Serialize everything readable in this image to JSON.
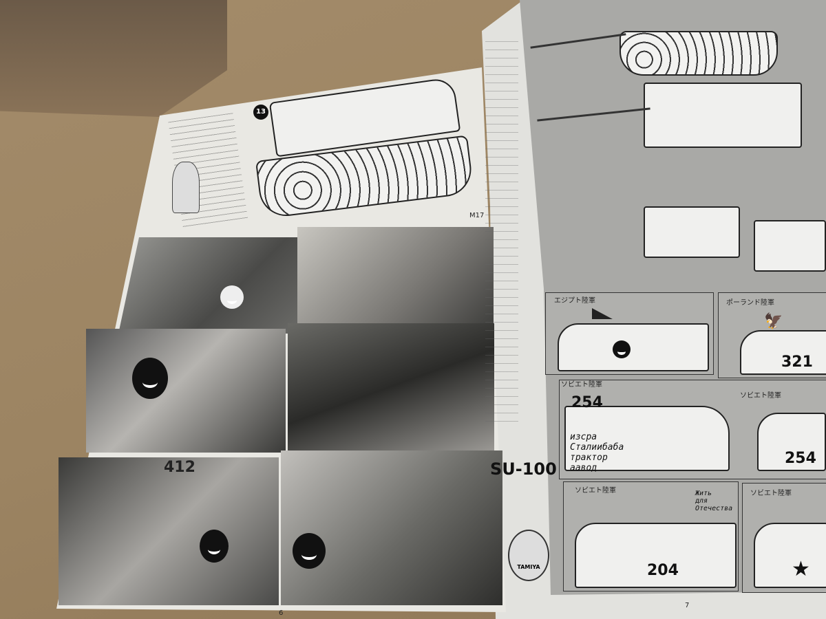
{
  "left_page": {
    "page_number": "6",
    "step_number": "13",
    "part_label": "M17",
    "photo_hull_number": "412"
  },
  "right_page": {
    "page_number": "7",
    "title": "SU-100",
    "markings": [
      {
        "army": "エジプト陸軍"
      },
      {
        "army": "ポーランド陸軍",
        "number": "321"
      },
      {
        "army": "ソビエト陸軍",
        "number": "254",
        "slogan": [
          "изсра",
          "Сталиибаба",
          "трактор",
          "аавод"
        ]
      },
      {
        "army": "ソビエト陸軍",
        "number": "254"
      },
      {
        "army": "ソビエト陸軍",
        "number": "204",
        "slogan": [
          "Жить",
          "для",
          "Отечества"
        ]
      },
      {
        "army": "ソビエト陸軍"
      }
    ],
    "badge_brand": "TAMIYA"
  }
}
